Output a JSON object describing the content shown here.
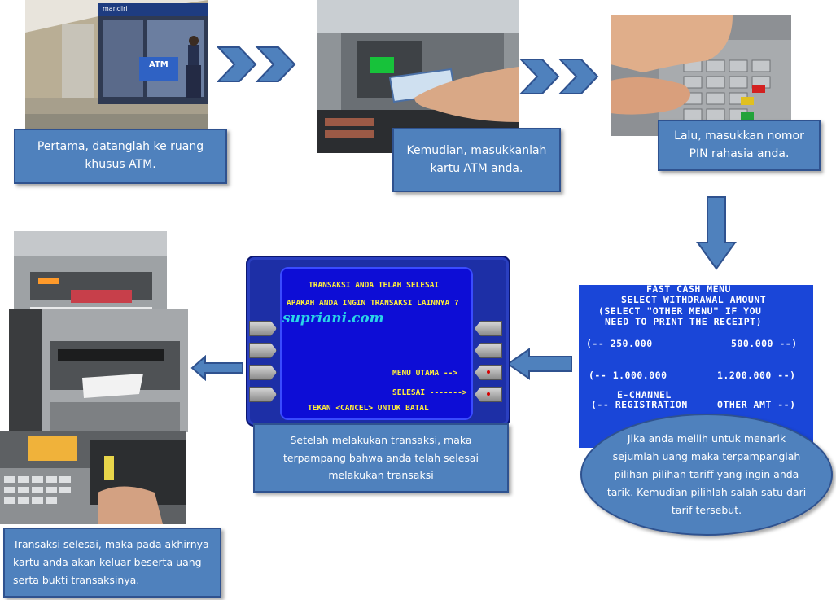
{
  "steps": {
    "step1": "Pertama, datanglah ke ruang khusus ATM.",
    "step2": "Kemudian, masukkanlah kartu ATM anda.",
    "step3": "Lalu, masukkan nomor PIN rahasia anda.",
    "step4": "Jika anda meilih untuk menarik sejumlah uang maka terpampanglah pilihan-pilihan tariff yang ingin anda tarik. Kemudian pilihlah salah satu dari tarif tersebut.",
    "step5": "Setelah melakukan transaksi, maka terpampang bahwa anda telah selesai melakukan transaksi",
    "step6": "Transaksi selesai, maka pada akhirnya kartu anda akan keluar beserta uang serta bukti transaksinya."
  },
  "atm_screen": {
    "line1": "TRANSAKSI ANDA TELAH SELESAI",
    "line2": "APAKAH ANDA INGIN TRANSAKSI LAINNYA ?",
    "watermark": "supriani.com",
    "menu_utama": "MENU UTAMA -->",
    "selesai": "SELESAI ------->",
    "cancel": "TEKAN <CANCEL> UNTUK BATAL"
  },
  "fast_cash": {
    "l1": "FAST CASH MENU",
    "l2": "SELECT WITHDRAWAL AMOUNT",
    "l3": "(SELECT \"OTHER MENU\" IF YOU",
    "l4": "NEED TO PRINT THE RECEIPT)",
    "opt1": "(-- 250.000",
    "opt2": "500.000 --)",
    "opt3": "(-- 1.000.000",
    "opt4": "1.200.000 --)",
    "l5": "E-CHANNEL",
    "l6": "(-- REGISTRATION",
    "l7": "OTHER AMT --)"
  },
  "photo1_signs": {
    "atm_sign": "ATM",
    "bank_sign": "mandiri"
  },
  "colors": {
    "caption_fill": "#4f81bd",
    "caption_border": "#2f528f",
    "arrow_fill": "#4f81bd"
  }
}
